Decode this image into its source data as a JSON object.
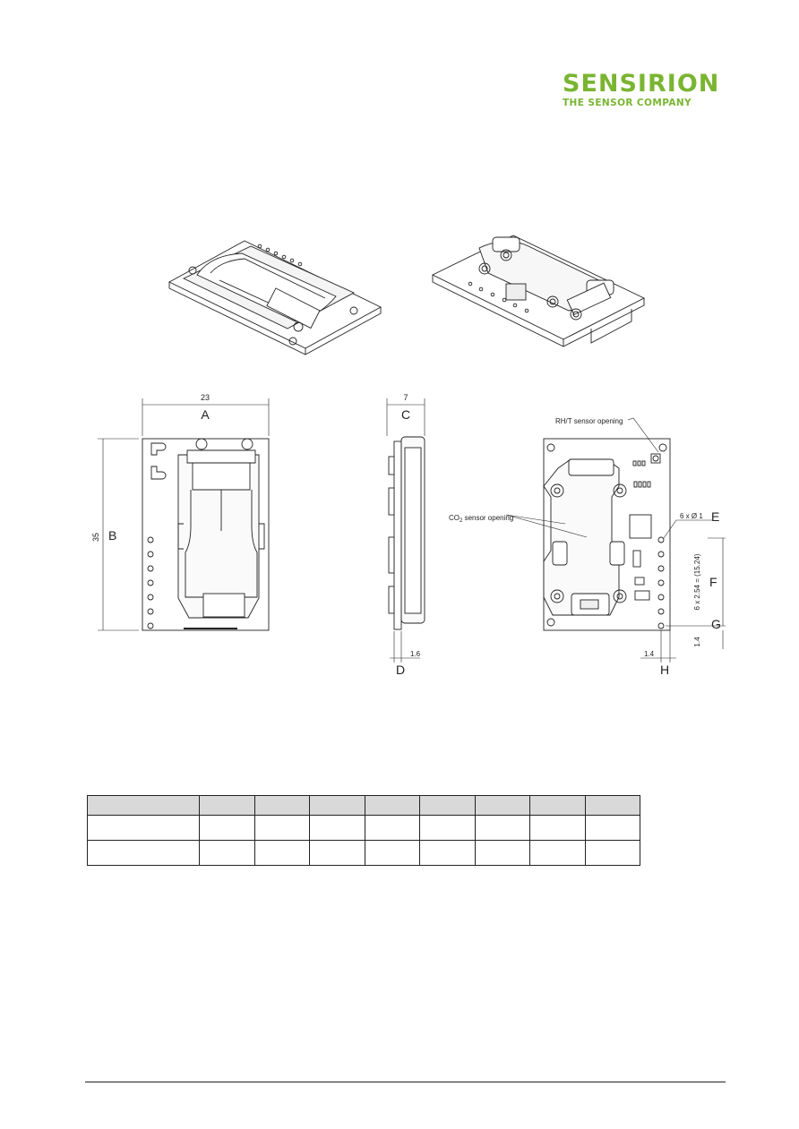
{
  "header": {
    "logo_main": "SENSIRION",
    "logo_sub": "THE SENSOR COMPANY",
    "brand_color": "#7ab532"
  },
  "drawing": {
    "front_view": {
      "width_value": "23",
      "width_label": "A",
      "height_value": "35",
      "height_label": "B"
    },
    "side_view": {
      "thickness_value": "7",
      "thickness_label": "C",
      "pcb_value": "1.6",
      "pcb_label": "D"
    },
    "back_view": {
      "rht_opening": "RH/T sensor opening",
      "co2_opening_prefix": "CO",
      "co2_opening_sub": "2",
      "co2_opening_suffix": " sensor opening",
      "hole_callout": "6 x Ø 1",
      "hole_label": "E",
      "pitch_callout": "6 x 2.54 = (15.24)",
      "pitch_label": "F",
      "offset_label": "G",
      "edge_vertical_value": "1.4",
      "edge_horizontal_value": "1.4",
      "edge_label": "H"
    }
  },
  "table": {
    "headers": [
      "",
      "",
      "",
      "",
      "",
      "",
      "",
      "",
      ""
    ],
    "rows": [
      [
        "",
        "",
        "",
        "",
        "",
        "",
        "",
        "",
        ""
      ],
      [
        "",
        "",
        "",
        "",
        "",
        "",
        "",
        "",
        ""
      ]
    ]
  }
}
